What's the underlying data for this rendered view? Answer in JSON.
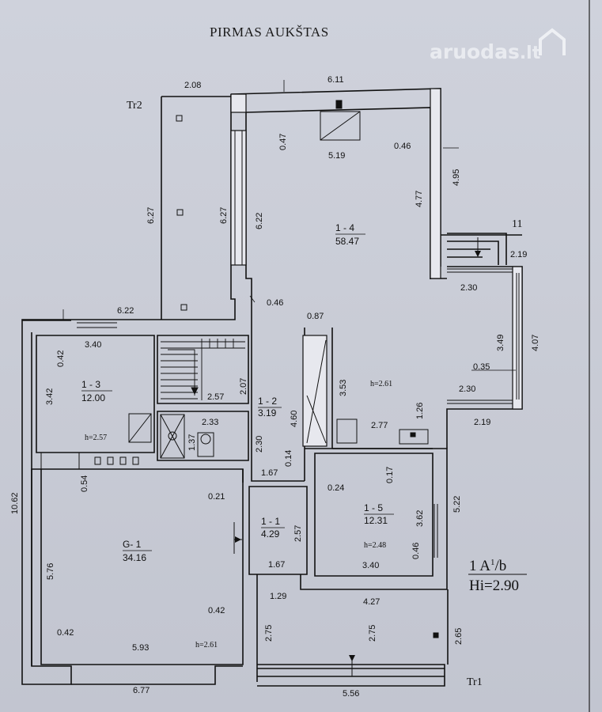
{
  "title": "PIRMAS AUKŠTAS",
  "watermark": {
    "brand": "aruodas",
    "suffix": ".lt"
  },
  "marks": {
    "tr2": "Tr2",
    "tr1": "Tr1",
    "eleven": "11"
  },
  "rooms": {
    "r14": {
      "id": "1 - 4",
      "area": "58.47",
      "h": "h=2.61"
    },
    "r13": {
      "id": "1 - 3",
      "area": "12.00",
      "h": "h=2.57"
    },
    "r12": {
      "id": "1 - 2",
      "area": "3.19"
    },
    "r11": {
      "id": "1 - 1",
      "area": "4.29"
    },
    "r15": {
      "id": "1 - 5",
      "area": "12.31",
      "h": "h=2.48"
    },
    "g1": {
      "id": "G- 1",
      "area": "34.16",
      "h": "h=2.61"
    }
  },
  "legend": {
    "line1": "1 A/b",
    "sup": "1",
    "line2": "Hi=2.90"
  },
  "dims": {
    "d208": "2.08",
    "d611": "6.11",
    "d519": "5.19",
    "d047": "0.47",
    "d046a": "0.46",
    "d495": "4.95",
    "d477": "4.77",
    "d627a": "6.27",
    "d627b": "6.27",
    "d622a": "6.22",
    "d219a": "2.19",
    "d230a": "2.30",
    "d622b": "6.22",
    "d046b": "0.46",
    "d087": "0.87",
    "d340a": "3.40",
    "d042a": "0.42",
    "d342": "3.42",
    "d257": "2.57",
    "d207": "2.07",
    "d353": "3.53",
    "d349": "3.49",
    "d407": "4.07",
    "d035": "0.35",
    "d230b": "2.30",
    "d219b": "2.19",
    "d460": "4.60",
    "d233": "2.33",
    "d137": "1.37",
    "d230c": "2.30",
    "d126": "1.26",
    "d277": "2.77",
    "d014": "0.14",
    "d167a": "1.67",
    "d017": "0.17",
    "d054": "0.54",
    "d021": "0.21",
    "d024": "0.24",
    "d522": "5.22",
    "d362": "3.62",
    "d257b": "2.57",
    "d046c": "0.46",
    "d340b": "3.40",
    "d167b": "1.67",
    "d1062": "10.62",
    "d576": "5.76",
    "d042b": "0.42",
    "d042c": "0.42",
    "d593": "5.93",
    "d129": "1.29",
    "d427": "4.27",
    "d275a": "2.75",
    "d275b": "2.75",
    "d265": "2.65",
    "d677": "6.77",
    "d556": "5.56"
  }
}
